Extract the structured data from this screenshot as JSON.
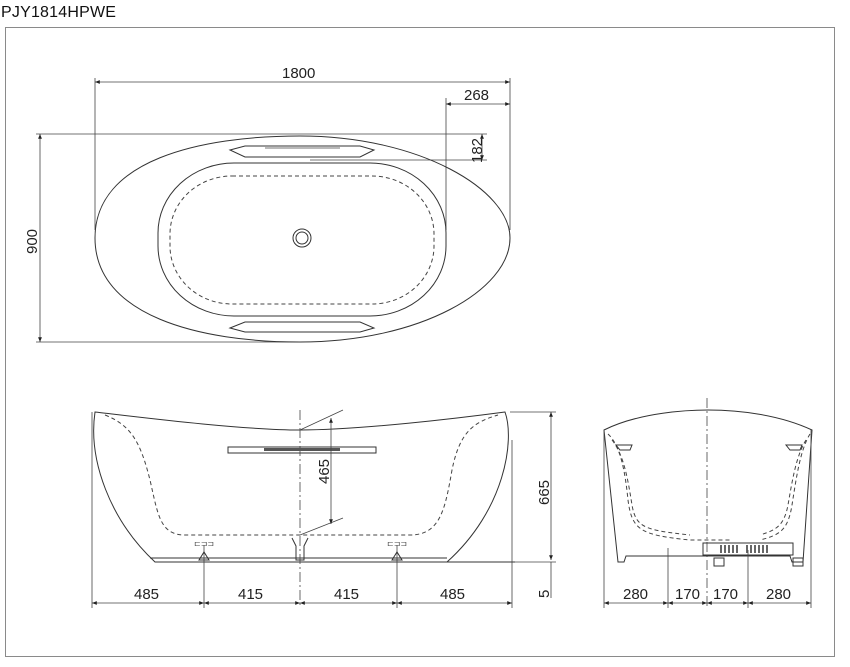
{
  "title": "PJY1814HPWE",
  "top_view": {
    "length": "1800",
    "width": "900",
    "armrest_offset": "268",
    "rim_depth": "182"
  },
  "side_view": {
    "height": "665",
    "inner_depth": "465",
    "floor_gap": "5",
    "foot_spacing": [
      "485",
      "415",
      "415",
      "485"
    ]
  },
  "end_view": {
    "foot_spacing": [
      "280",
      "170",
      "170",
      "280"
    ]
  },
  "colors": {
    "line": "#333333",
    "frame": "#8a8a8a",
    "background": "#ffffff"
  }
}
